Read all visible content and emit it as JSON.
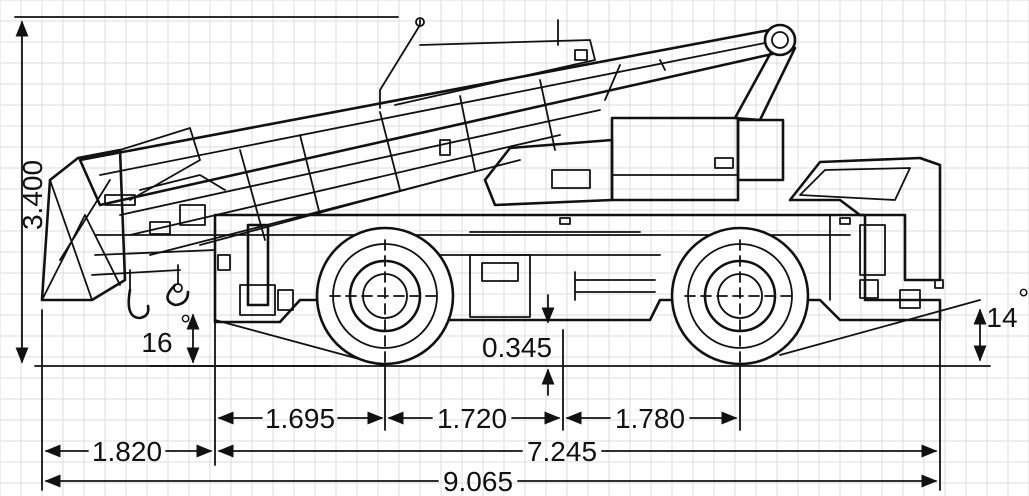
{
  "dimensions": {
    "height_total": "3.400",
    "front_overhang": "1.820",
    "front_to_axle": "1.695",
    "axle_to_mid": "1.720",
    "mid_to_rear_axle": "1.780",
    "wheelbase_span": "7.245",
    "overall_length": "9.065",
    "ground_clearance": "0.345",
    "approach_angle": "16",
    "departure_angle": "14",
    "degree_symbol": "°"
  },
  "colors": {
    "line": "#111111",
    "grid": "#dcdcdc",
    "background": "#ffffff"
  }
}
